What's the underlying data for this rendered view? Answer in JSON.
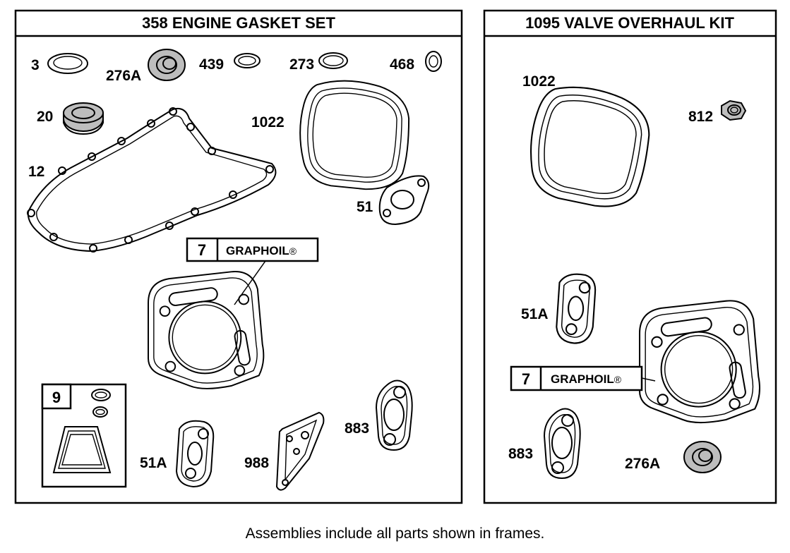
{
  "panels": {
    "left": {
      "title": "358  ENGINE GASKET SET",
      "labels": {
        "p3": "3",
        "p276a": "276A",
        "p439": "439",
        "p273": "273",
        "p468": "468",
        "p20": "20",
        "p1022": "1022",
        "p12": "12",
        "p51": "51",
        "p51a": "51A",
        "p988": "988",
        "p883": "883"
      },
      "callout": {
        "number": "7",
        "text": "GRAPHOIL",
        "mark": "®"
      },
      "subkit": {
        "number": "9"
      }
    },
    "right": {
      "title": "1095 VALVE OVERHAUL KIT",
      "labels": {
        "p1022": "1022",
        "p812": "812",
        "p51a": "51A",
        "p883": "883",
        "p276a": "276A"
      },
      "callout": {
        "number": "7",
        "text": "GRAPHOIL",
        "mark": "®"
      }
    }
  },
  "footer": "Assemblies include all parts shown in frames."
}
